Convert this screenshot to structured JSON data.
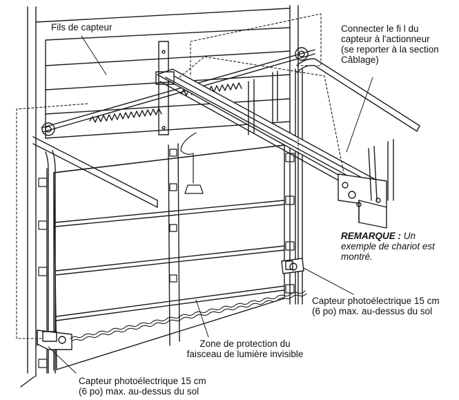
{
  "labels": {
    "sensor_wires": "Fils de capteur",
    "connect_wire": [
      "Connecter le fi l du",
      "capteur à l'actionneur",
      "(se reporter à la section",
      "Câblage)"
    ],
    "note_heading": "REMARQUE :",
    "note_text": [
      "Un",
      "exemple de chariot est",
      "montré."
    ],
    "sensor_right": [
      "Capteur photoélectrique 15 cm",
      "(6 po) max. au-dessus du sol"
    ],
    "protection_zone": [
      "Zone de protection du",
      "faisceau de lumière invisible"
    ],
    "sensor_bottom": [
      "Capteur photoélectrique 15 cm",
      "(6 po) max. au-dessus du sol"
    ]
  },
  "colors": {
    "line": "#1a1a1a",
    "door_fill": "#ffffff",
    "background": "#ffffff"
  }
}
